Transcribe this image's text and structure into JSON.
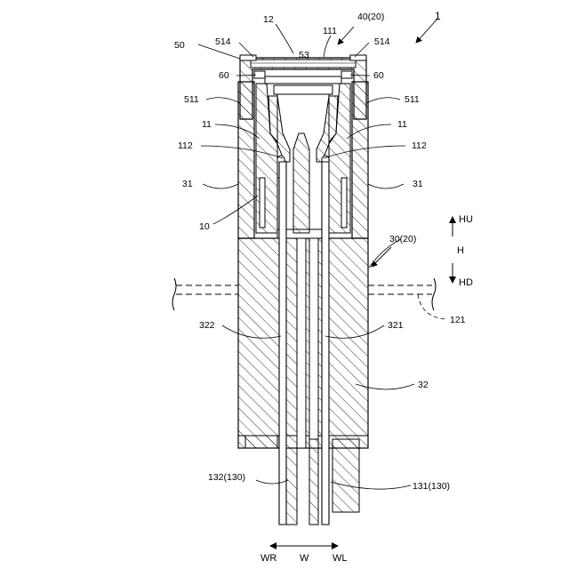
{
  "figure_number": "1",
  "colors": {
    "ink": "#000000",
    "paper": "#ffffff"
  },
  "reference_labels": {
    "top_center": "12",
    "cover": "40(20)",
    "cap": "50",
    "cap_rim_left": "514",
    "cap_rim_right": "514",
    "cap_top": "53",
    "inner_tube": "111",
    "seal_left": "60",
    "seal_right": "60",
    "cap_side_left": "511",
    "cap_side_right": "511",
    "spring_left": "11",
    "spring_right": "11",
    "contact_left": "112",
    "contact_right": "112",
    "wall_left": "31",
    "wall_right": "31",
    "inner_body": "10",
    "housing": "30(20)",
    "panel": "121",
    "terminal_left": "322",
    "terminal_right": "321",
    "housing_lower": "32",
    "pin_left": "132(130)",
    "pin_right": "131(130)"
  },
  "direction_labels": {
    "height_up": "HU",
    "height": "H",
    "height_down": "HD",
    "width_right": "WR",
    "width": "W",
    "width_left": "WL"
  }
}
